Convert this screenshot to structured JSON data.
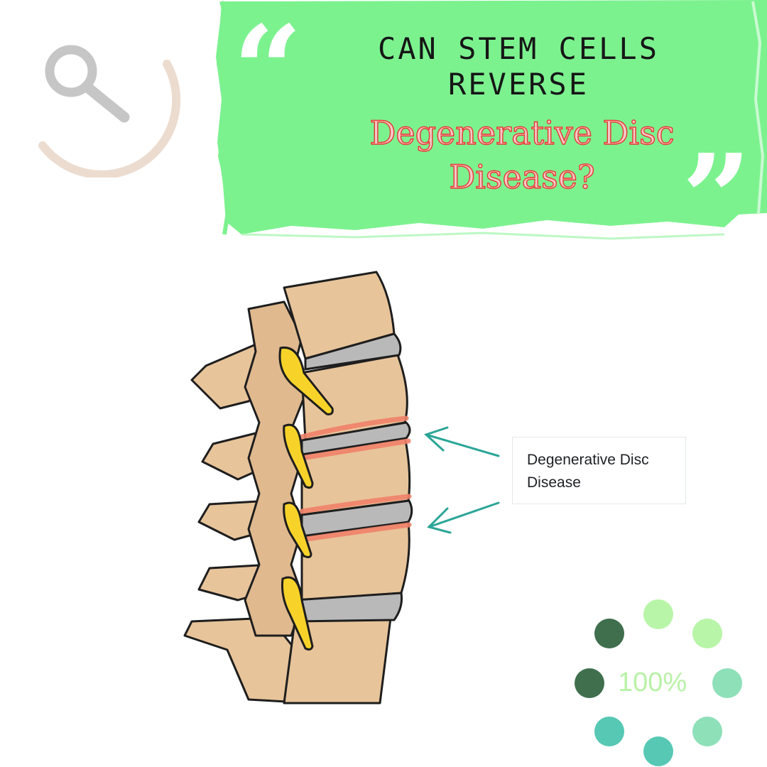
{
  "title": {
    "line1": "CAN STEM CELLS",
    "line2": "REVERSE",
    "line3": "Degenerative Disc",
    "line4": "Disease?",
    "open_quote": "“",
    "close_quote": "”"
  },
  "callout": {
    "label": "Degenerative Disc Disease"
  },
  "loader": {
    "percent_label": "100%",
    "progress": 1.0
  },
  "icons": {
    "logo": "magnifying-glass-icon",
    "spinner": "loading-dots-icon"
  },
  "colors": {
    "banner_green": "#7cf28f",
    "title_red": "#e6372f",
    "arrow_teal": "#2aa597",
    "bone": "#e8c49a",
    "nerve": "#f7d32a",
    "disc_gray": "#b9b9b9",
    "inflamed_red": "#f0826a"
  }
}
